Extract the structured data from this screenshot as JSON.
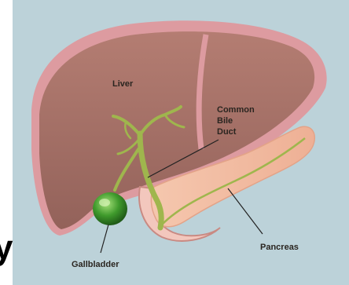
{
  "labels": {
    "liver": "Liver",
    "bile_duct_line1": "Common",
    "bile_duct_line2": "Bile",
    "bile_duct_line3": "Duct",
    "pancreas": "Pancreas",
    "gallbladder": "Gallbladder"
  },
  "edge_glyph": "y",
  "colors": {
    "background": "#bcd2d9",
    "liver": "#a46f66",
    "liver_rim": "#dd9ba0",
    "pancreas": "#f2b99f",
    "duct": "#9fb64d",
    "gallbladder": "#3f9a2c"
  }
}
